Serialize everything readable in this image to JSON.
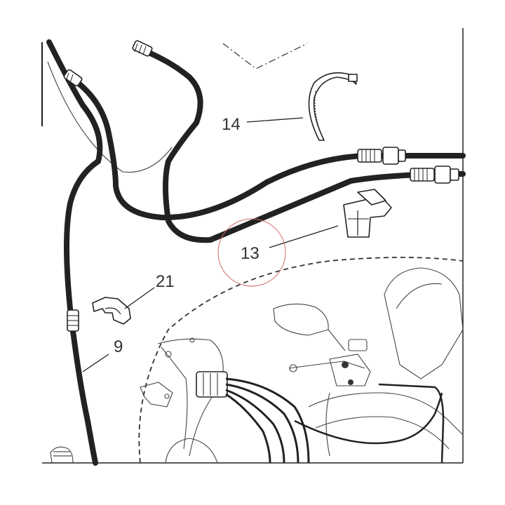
{
  "diagram": {
    "line_color": "#222222",
    "highlight_color": "#d46a6a",
    "callouts": {
      "part_9": "9",
      "part_13": "13",
      "part_14": "14",
      "part_21": "21"
    },
    "highlighted_callout": "13"
  }
}
